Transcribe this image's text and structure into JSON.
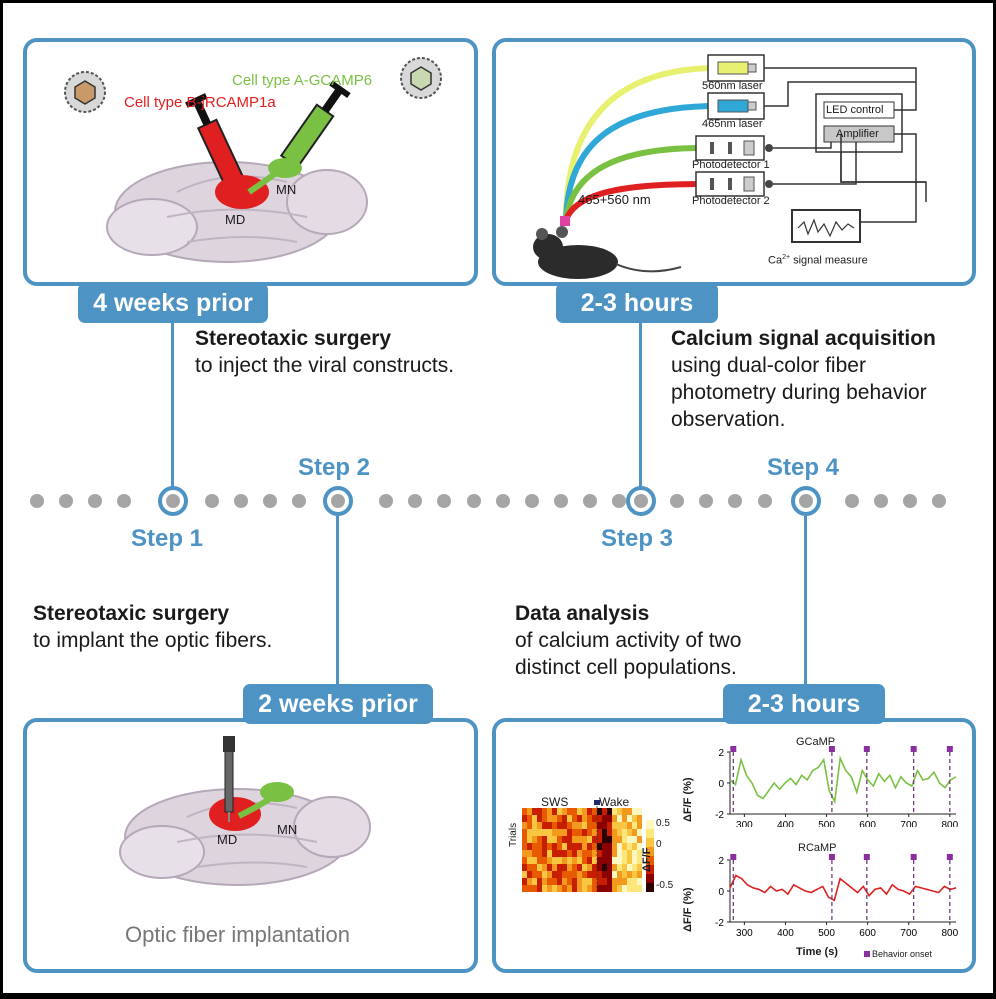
{
  "step1": {
    "label": "Step 1",
    "timing": "4 weeks prior",
    "title": "Stereotaxic surgery",
    "text": "to inject the viral constructs.",
    "cell_a": "Cell type A-GCAMP6",
    "cell_b": "Cell type B-jRCAMP1a",
    "region_md": "MD",
    "region_mn": "MN"
  },
  "step2": {
    "label": "Step 2",
    "timing": "2 weeks prior",
    "title": "Stereotaxic surgery",
    "text": "to implant the optic fibers.",
    "caption": "Optic fiber implantation",
    "region_md": "MD",
    "region_mn": "MN"
  },
  "step3": {
    "label": "Step 3",
    "timing": "2-3 hours",
    "title": "Calcium signal acquisition",
    "text_lines": [
      "using dual-color fiber",
      "photometry during behavior",
      "observation."
    ],
    "laser_560": "560nm laser",
    "laser_465": "465nm laser",
    "led_control": "LED control",
    "amplifier": "Amplifier",
    "photodetector_1": "Photodetector 1",
    "photodetector_2": "Photodetector 2",
    "wavelengths": "465+560 nm",
    "ca_signal_prefix": "Ca",
    "ca_signal_sup": "2+",
    "ca_signal_suffix": " signal measure"
  },
  "step4": {
    "label": "Step 4",
    "timing": "2-3 hours",
    "title": "Data analysis",
    "text_lines": [
      "of calcium activity of two",
      "distinct cell populations."
    ]
  },
  "colors": {
    "accent": "#4d93c4",
    "gcamp": "#7ac143",
    "rcamp": "#e02020",
    "marker": "#8b2fa0",
    "dot": "#a5a5a5"
  },
  "chart_data": [
    {
      "type": "heatmap",
      "xlabel": "",
      "ylabel": "Trials",
      "states": [
        "SWS",
        "Wake"
      ],
      "colorbar_label": "ΔF/F",
      "colorbar_ticks": [
        "0.5",
        "0",
        "-0.5"
      ],
      "range": [
        -0.5,
        0.5
      ]
    },
    {
      "type": "line",
      "title": "GCaMP",
      "ylabel": "ΔF/F (%)",
      "xlim": [
        265,
        815
      ],
      "ylim": [
        -2,
        2
      ],
      "xticks": [
        300,
        400,
        500,
        600,
        700,
        800
      ],
      "xtick_labels": [
        "300",
        "400",
        "500",
        "600",
        "700",
        "800"
      ],
      "yticks": [
        -2,
        0,
        2
      ],
      "ytick_labels": [
        "-2",
        "0",
        "2"
      ],
      "series": [
        {
          "values": [
            0.2,
            -0.1,
            1.5,
            0.5,
            0,
            -0.8,
            -1,
            -0.5,
            0,
            -0.4,
            0,
            0.3,
            -0.1,
            0.5,
            0.2,
            0.8,
            1,
            1.5,
            -0.5,
            -1.2,
            1.6,
            0.8,
            0.4,
            -0.6,
            0.8,
            0.2,
            -0.2,
            0.6,
            0.1,
            0.5,
            -0.3,
            0.4,
            0,
            -0.2,
            0.8,
            0.2,
            0.3,
            0.7,
            0,
            -0.3,
            0.2,
            0.4
          ],
          "color": "#7ac143"
        }
      ],
      "events": [
        273,
        513,
        598,
        712,
        800
      ]
    },
    {
      "type": "line",
      "title": "RCaMP",
      "ylabel": "ΔF/F (%)",
      "xlabel": "Time (s)",
      "xlim": [
        265,
        815
      ],
      "ylim": [
        -2,
        2
      ],
      "xticks": [
        300,
        400,
        500,
        600,
        700,
        800
      ],
      "xtick_labels": [
        "300",
        "400",
        "500",
        "600",
        "700",
        "800"
      ],
      "yticks": [
        -2,
        0,
        2
      ],
      "ytick_labels": [
        "-2",
        "0",
        "2"
      ],
      "series": [
        {
          "values": [
            0.2,
            1.0,
            0.8,
            0.4,
            0.2,
            0.1,
            -0.1,
            0.3,
            0,
            0.1,
            -0.2,
            0.4,
            0.2,
            0,
            -0.1,
            0.1,
            0.3,
            -0.4,
            -0.6,
            0.8,
            0.5,
            0.2,
            -0.1,
            0.3,
            -0.3,
            0.1,
            0.2,
            -0.2,
            0.4,
            0.1,
            0,
            -0.2,
            0.3,
            0.2,
            0.1,
            0,
            -0.1,
            0.3,
            0.1,
            0.2
          ],
          "color": "#e02020"
        }
      ],
      "events": [
        273,
        513,
        598,
        712,
        800
      ],
      "legend": "Behavior onset"
    }
  ]
}
